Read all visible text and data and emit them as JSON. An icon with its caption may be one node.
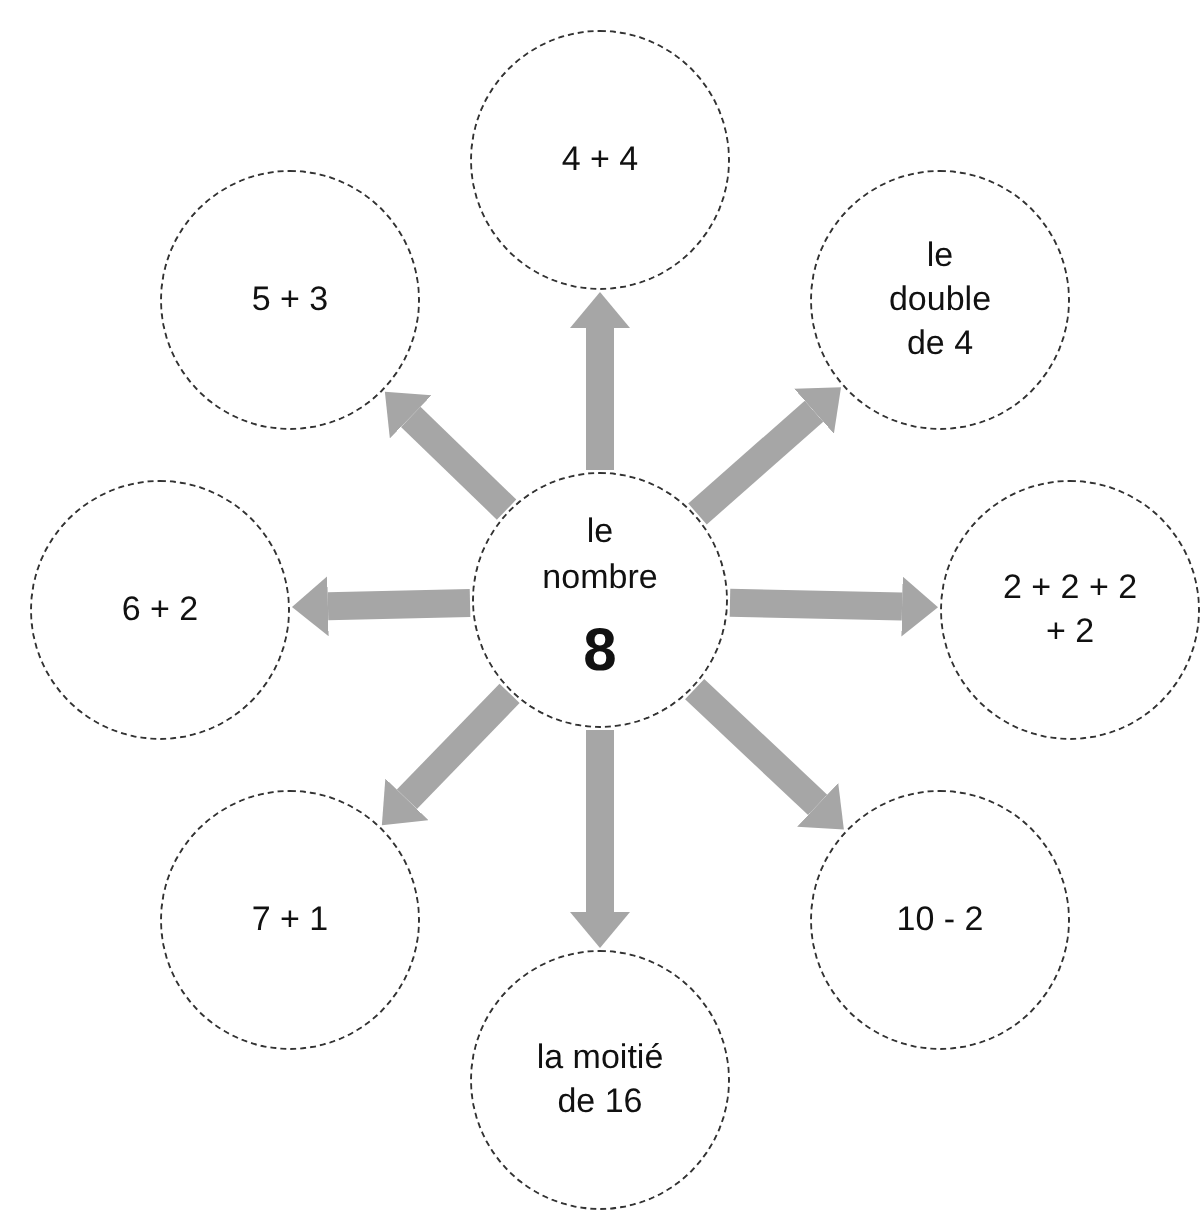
{
  "diagram": {
    "nodes": [
      {
        "text": [
          "le nombre",
          "8"
        ]
      },
      {
        "text": [
          "4 + 4"
        ]
      },
      {
        "text": [
          "le double de 4"
        ]
      },
      {
        "text": [
          "2 + 2 + 2 + 2"
        ]
      },
      {
        "text": [
          "10 - 2"
        ]
      },
      {
        "text": [
          "la moitié de 16"
        ]
      },
      {
        "text": [
          "7 + 1"
        ]
      },
      {
        "text": [
          "6 + 2"
        ]
      },
      {
        "text": [
          "5 + 3"
        ]
      }
    ],
    "edges": [
      {
        "from": 0,
        "to": 1,
        "arrow": "to"
      },
      {
        "from": 0,
        "to": 2,
        "arrow": "to"
      },
      {
        "from": 0,
        "to": 3,
        "arrow": "to"
      },
      {
        "from": 0,
        "to": 4,
        "arrow": "to"
      },
      {
        "from": 0,
        "to": 5,
        "arrow": "to"
      },
      {
        "from": 0,
        "to": 6,
        "arrow": "to"
      },
      {
        "from": 0,
        "to": 7,
        "arrow": "to"
      },
      {
        "from": 0,
        "to": 8,
        "arrow": "to"
      }
    ]
  }
}
